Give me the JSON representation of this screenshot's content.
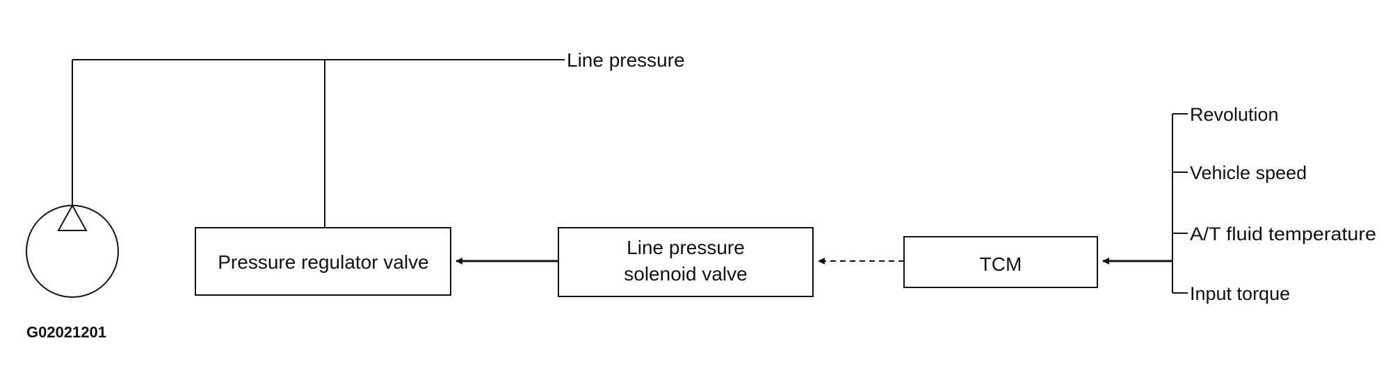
{
  "diagram": {
    "line_pressure_label": "Line pressure",
    "figure_id": "G02021201",
    "boxes": {
      "regulator": "Pressure regulator valve",
      "solenoid_line1": "Line pressure",
      "solenoid_line2": "solenoid valve",
      "tcm": "TCM"
    },
    "inputs": [
      "Revolution",
      "Vehicle speed",
      "A/T fluid temperature",
      "Input torque"
    ]
  }
}
